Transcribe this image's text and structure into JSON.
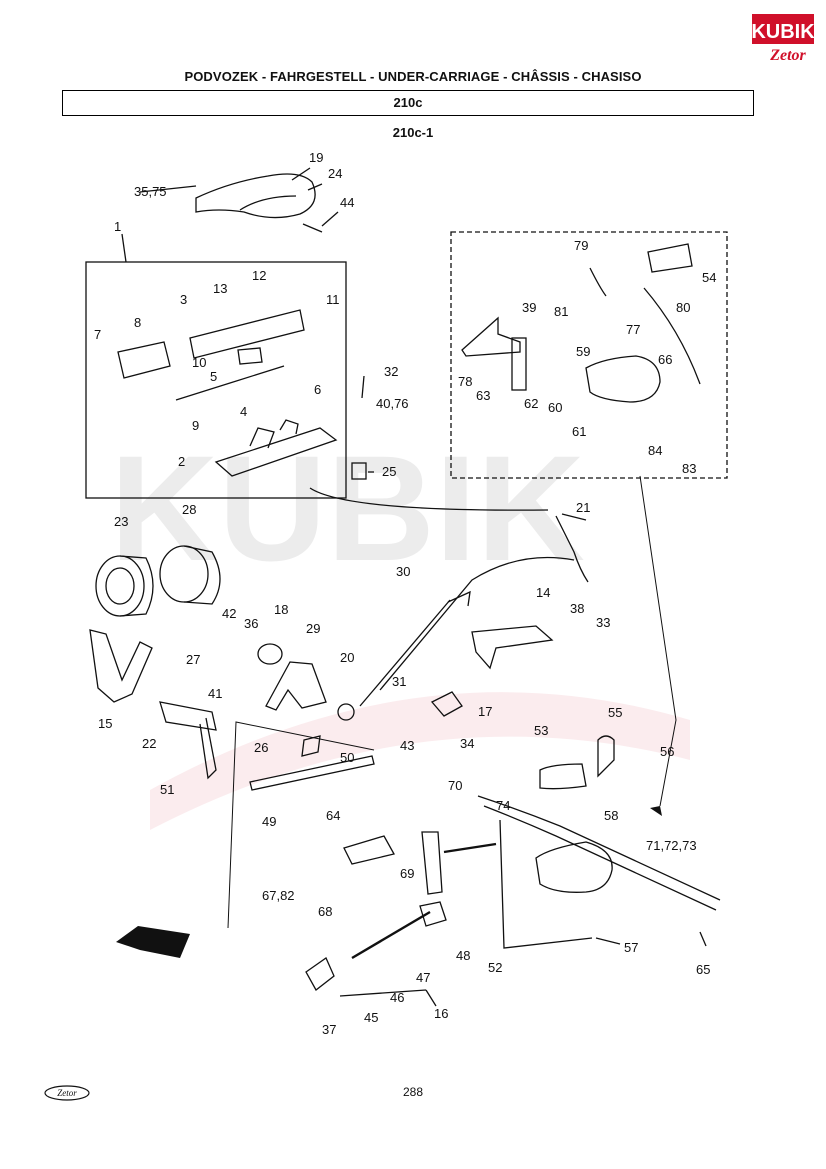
{
  "header": {
    "title": "PODVOZEK - FAHRGESTELL - UNDER-CARRIAGE - CHÂSSIS - CHASISO",
    "section_code": "210c",
    "figure_code": "210c-1"
  },
  "brand": {
    "logo_text": "KUBIK",
    "logo_sub": "Zetor",
    "watermark": "KUBIK",
    "accent": "#d0102a"
  },
  "footer": {
    "page_number": "288",
    "maker_logo_text": "Zetor"
  },
  "diagram": {
    "callouts": [
      "19",
      "24",
      "35,75",
      "44",
      "1",
      "12",
      "13",
      "11",
      "3",
      "8",
      "7",
      "10",
      "5",
      "6",
      "9",
      "4",
      "32",
      "40,76",
      "2",
      "25",
      "79",
      "54",
      "80",
      "39",
      "81",
      "77",
      "59",
      "66",
      "78",
      "63",
      "62",
      "60",
      "61",
      "84",
      "83",
      "21",
      "23",
      "28",
      "30",
      "14",
      "38",
      "33",
      "42",
      "36",
      "18",
      "29",
      "27",
      "20",
      "15",
      "41",
      "31",
      "17",
      "22",
      "26",
      "34",
      "51",
      "50",
      "43",
      "53",
      "55",
      "56",
      "49",
      "64",
      "70",
      "74",
      "58",
      "71,72,73",
      "67,82",
      "68",
      "69",
      "65",
      "57",
      "52",
      "47",
      "48",
      "46",
      "45",
      "16",
      "37"
    ]
  }
}
